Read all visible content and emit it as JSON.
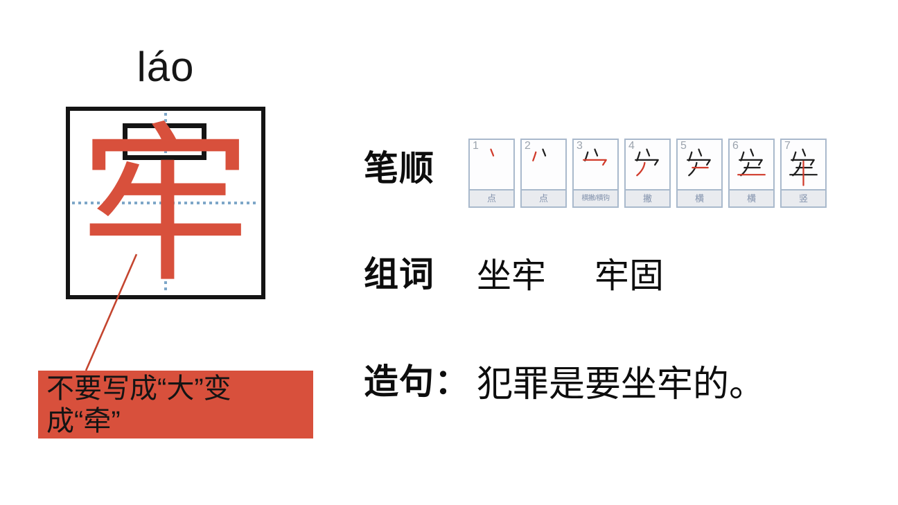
{
  "colors": {
    "red": "#D8503C",
    "callout_line_red": "#C4452F",
    "grid_blue": "#7DA6C8",
    "stroke_current_red": "#D03A2A",
    "stroke_done_black": "#1d1d1d"
  },
  "pinyin": "láo",
  "character": "牢",
  "annotation": {
    "line1": "不要写成“大”变",
    "line2": "成“牵”"
  },
  "stroke_order": {
    "label": "笔顺",
    "boxes": [
      {
        "number": "1",
        "label": "点"
      },
      {
        "number": "2",
        "label": "点"
      },
      {
        "number": "3",
        "label": "横撇/横钩"
      },
      {
        "number": "4",
        "label": "撇"
      },
      {
        "number": "5",
        "label": "横"
      },
      {
        "number": "6",
        "label": "横"
      },
      {
        "number": "7",
        "label": "竖"
      }
    ]
  },
  "words": {
    "label": "组词",
    "items": [
      "坐牢",
      "牢固"
    ]
  },
  "sentence": {
    "label": "造句：",
    "text": "犯罪是要坐牢的。"
  }
}
